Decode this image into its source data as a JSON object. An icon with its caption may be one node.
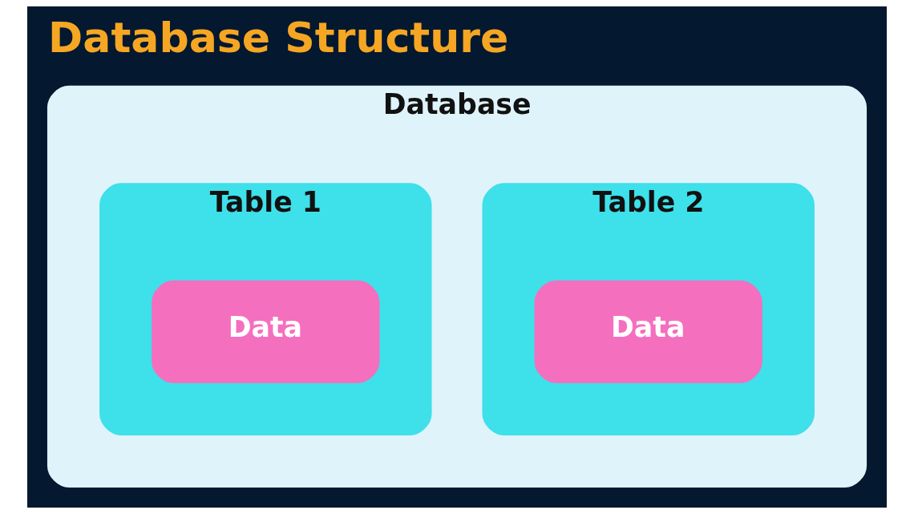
{
  "diagram": {
    "title": "Database Structure",
    "nodes": [
      {
        "text": [
          "Database"
        ]
      },
      {
        "text": [
          "Table 1"
        ],
        "in": 0
      },
      {
        "text": [
          "Data"
        ],
        "in": 1
      },
      {
        "text": [
          "Table 2"
        ],
        "in": 0
      },
      {
        "text": [
          "Data"
        ],
        "in": 3
      }
    ]
  }
}
